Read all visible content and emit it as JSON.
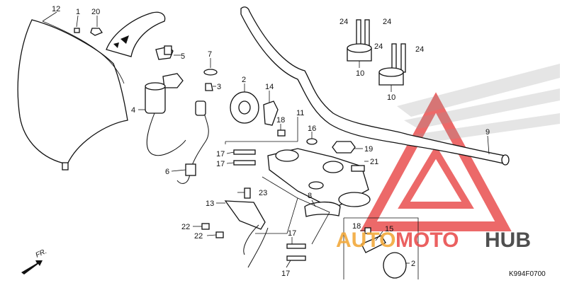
{
  "diagram": {
    "code": "K994F0700",
    "direction_label": "FR.",
    "part_numbers": [
      "12",
      "1",
      "20",
      "5",
      "7",
      "3",
      "4",
      "6",
      "2",
      "14",
      "18",
      "11",
      "16",
      "17",
      "17",
      "19",
      "21",
      "9",
      "24",
      "24",
      "10",
      "24",
      "24",
      "10",
      "8",
      "23",
      "13",
      "22",
      "22",
      "17",
      "17",
      "18",
      "15",
      "2"
    ]
  },
  "watermark": {
    "part1": "AUTO",
    "part2": "MOTO",
    "part3": "HUB"
  },
  "colors": {
    "watermark_red": "#e94f4f",
    "watermark_orange": "#f2a93b",
    "watermark_dark": "#3d3d3d",
    "line": "#111111"
  }
}
